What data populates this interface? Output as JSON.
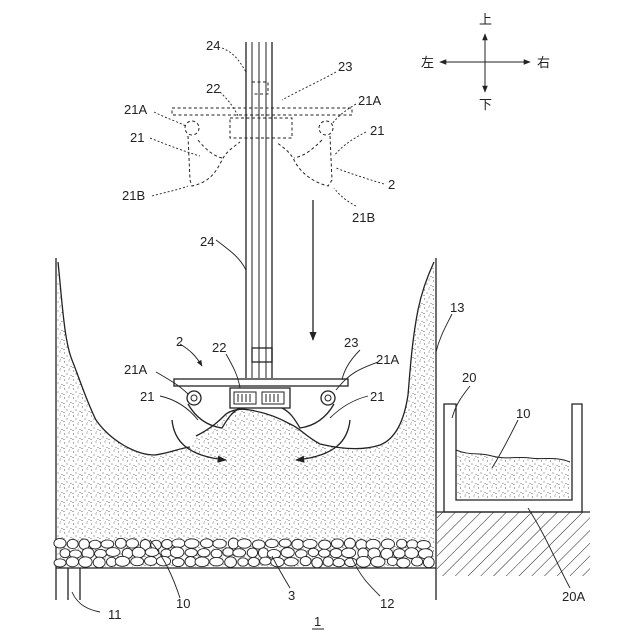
{
  "directions": {
    "up": "上",
    "down": "下",
    "left": "左",
    "right": "右"
  },
  "labels": {
    "n24_top": "24",
    "n23_top": "23",
    "n22_top": "22",
    "n21A_top_left": "21A",
    "n21A_top_right": "21A",
    "n21_top_left": "21",
    "n21_top_right": "21",
    "n21B_top_left": "21B",
    "n21B_top_right": "21B",
    "n2_top": "2",
    "n24_mid": "24",
    "n2_low": "2",
    "n22_low": "22",
    "n23_low": "23",
    "n21A_low_left": "21A",
    "n21A_low_right": "21A",
    "n21_low_left": "21",
    "n21_low_right": "21",
    "n13": "13",
    "n20": "20",
    "n10_box": "10",
    "n10_main": "10",
    "n3": "3",
    "n12": "12",
    "n11": "11",
    "n20A": "20A",
    "n1": "1"
  },
  "colors": {
    "line": "#222222",
    "fill_dots": "#333333",
    "background": "#ffffff"
  }
}
